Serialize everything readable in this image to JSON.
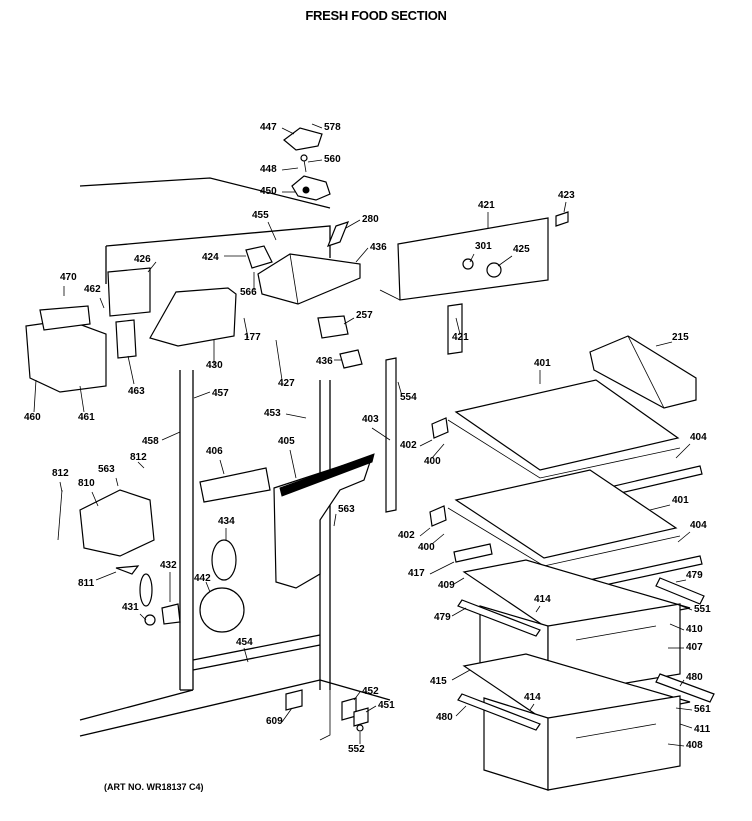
{
  "title": "FRESH FOOD SECTION",
  "art_number": "(ART NO. WR18137 C4)",
  "part_labels": [
    "447",
    "578",
    "448",
    "560",
    "450",
    "455",
    "280",
    "423",
    "421",
    "436",
    "424",
    "301",
    "425",
    "426",
    "470",
    "462",
    "566",
    "257",
    "215",
    "177",
    "430",
    "427",
    "436",
    "421",
    "460",
    "461",
    "463",
    "457",
    "401",
    "554",
    "403",
    "453",
    "458",
    "402",
    "400",
    "404",
    "406",
    "405",
    "812",
    "563",
    "812",
    "810",
    "563",
    "401",
    "434",
    "402",
    "400",
    "404",
    "417",
    "479",
    "409",
    "432",
    "442",
    "414",
    "551",
    "479",
    "811",
    "410",
    "431",
    "407",
    "454",
    "415",
    "480",
    "414",
    "561",
    "452",
    "411",
    "480",
    "609",
    "451",
    "408",
    "552"
  ]
}
